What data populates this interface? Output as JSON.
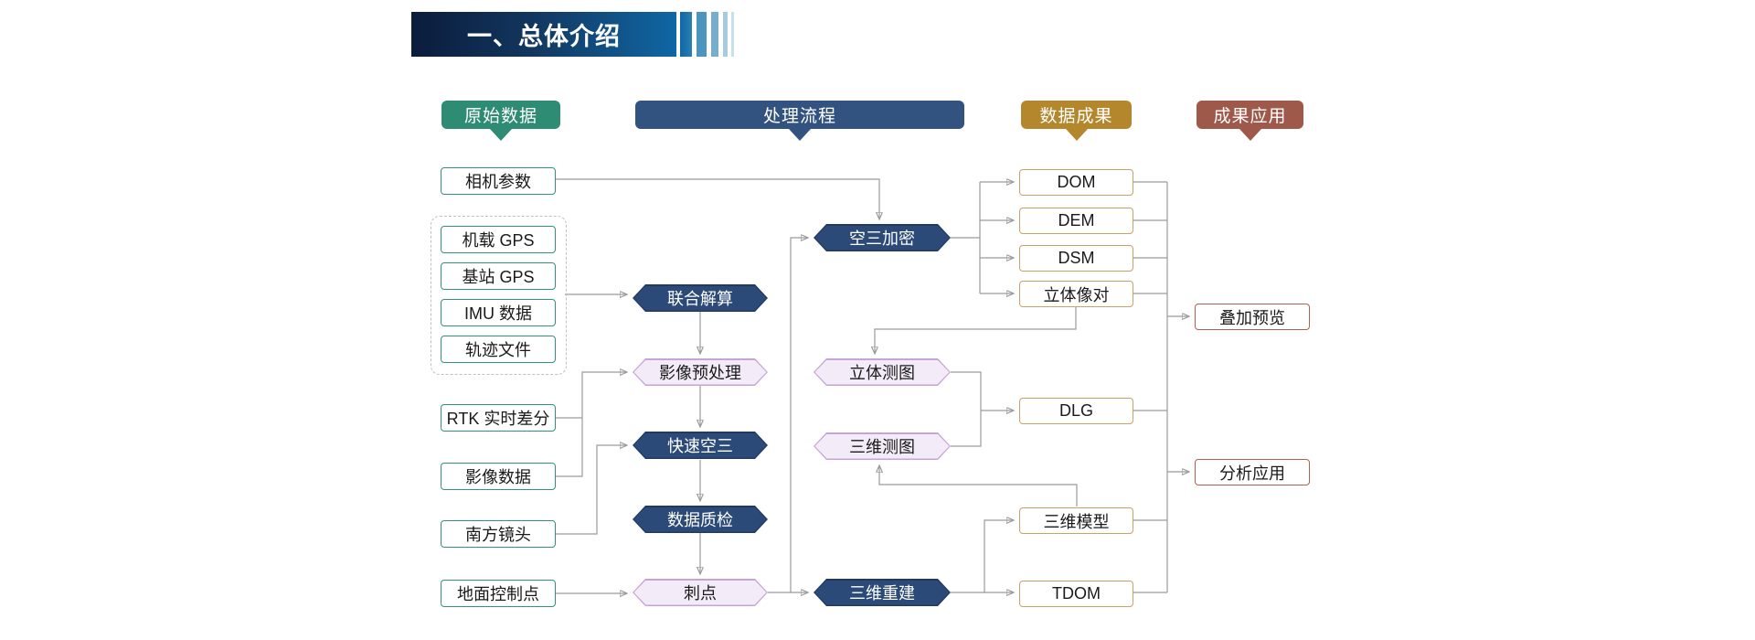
{
  "banner": {
    "title": "一、总体介绍"
  },
  "headers": {
    "source": "原始数据",
    "process": "处理流程",
    "results": "数据成果",
    "application": "成果应用"
  },
  "nodes": {
    "camera_params": "相机参数",
    "airborne_gps": "机载 GPS",
    "base_gps": "基站 GPS",
    "imu_data": "IMU 数据",
    "track_file": "轨迹文件",
    "rtk_diff": "RTK 实时差分",
    "image_data": "影像数据",
    "south_lens": "南方镜头",
    "ground_control": "地面控制点",
    "joint_solution": "联合解算",
    "image_preprocess": "影像预处理",
    "fast_triangulation": "快速空三",
    "data_qc": "数据质检",
    "point_prick": "刺点",
    "triangulation_densify": "空三加密",
    "stereo_mapping": "立体测图",
    "mapping_3d": "三维测图",
    "reconstruction_3d": "三维重建",
    "dom": "DOM",
    "dem": "DEM",
    "dsm": "DSM",
    "stereo_pair": "立体像对",
    "dlg": "DLG",
    "model_3d": "三维模型",
    "tdom": "TDOM",
    "overlay_preview": "叠加预览",
    "analysis_app": "分析应用"
  },
  "colors": {
    "banner_gradient_start": "#0a1c3c",
    "banner_gradient_end": "#0f67a5",
    "header_green": "#2e8b74",
    "header_blue": "#32527f",
    "header_gold": "#b5872c",
    "header_red": "#9f594a",
    "hex_dark_fill": "#2c4a77",
    "hex_light_fill": "#f3ecf8",
    "hex_light_border": "#c8a3d6",
    "box_teal_border": "#34907f",
    "box_gold_border": "#c8a266",
    "box_red_border": "#b2604d",
    "connector_gray": "#9b9b9b"
  }
}
